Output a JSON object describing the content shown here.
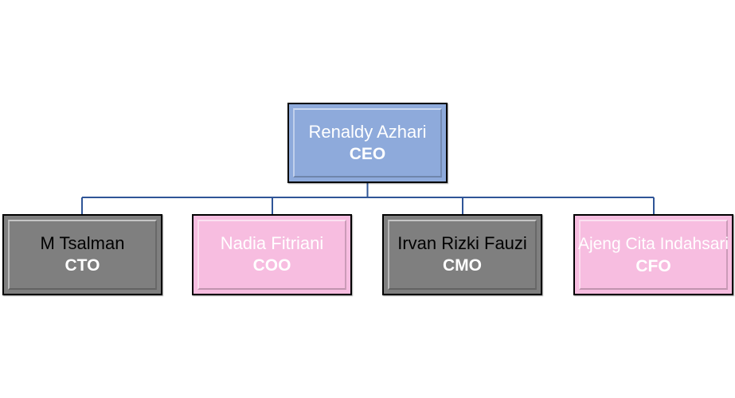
{
  "colors": {
    "connector": "#2f5597",
    "ceo_fill": "#8eaadb",
    "dark_fill": "#7f7f7f",
    "pink_fill": "#f7bde0"
  },
  "org": {
    "root": {
      "name": "Renaldy Azhari",
      "role": "CEO"
    },
    "children": [
      {
        "name": "M Tsalman",
        "role": "CTO"
      },
      {
        "name": "Nadia Fitriani",
        "role": "COO"
      },
      {
        "name": "Irvan Rizki Fauzi",
        "role": "CMO"
      },
      {
        "name": "Ajeng Cita Indahsari",
        "role": "CFO"
      }
    ]
  }
}
